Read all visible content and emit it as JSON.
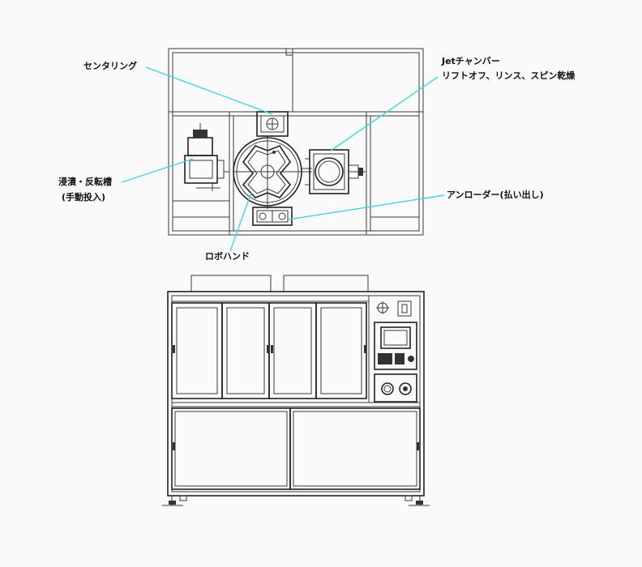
{
  "labels": {
    "centering": "センタリング",
    "jet_chamber_line1": "Jetチャンバー",
    "jet_chamber_line2": "リフトオフ、リンス、スピン乾燥",
    "immersion_line1": "浸漬・反転槽",
    "immersion_line2": "(手動投入)",
    "unloader": "アンローダー(払い出し)",
    "robot_hand": "ロボハンド"
  },
  "colors": {
    "background": "#fafafa",
    "drawing_line": "#3a3a3a",
    "leader_line": "#3fd6e0",
    "text": "#111111"
  }
}
